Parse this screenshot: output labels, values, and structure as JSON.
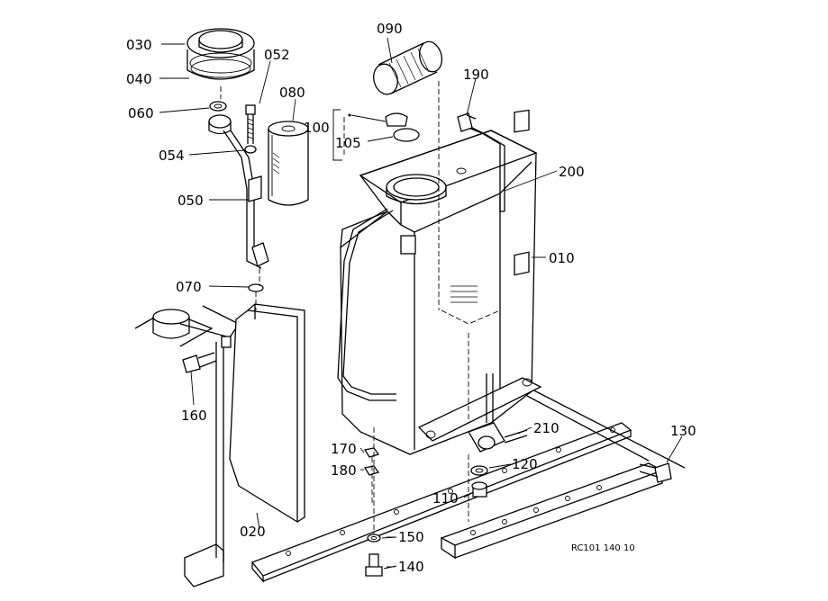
{
  "diagram": {
    "drawing_code": "RC101 140 10",
    "parts": [
      {
        "id": "p030",
        "label": "030"
      },
      {
        "id": "p040",
        "label": "040"
      },
      {
        "id": "p060",
        "label": "060"
      },
      {
        "id": "p052",
        "label": "052"
      },
      {
        "id": "p080",
        "label": "080"
      },
      {
        "id": "p054",
        "label": "054"
      },
      {
        "id": "p050",
        "label": "050"
      },
      {
        "id": "p070",
        "label": "070"
      },
      {
        "id": "p090",
        "label": "090"
      },
      {
        "id": "p190",
        "label": "190"
      },
      {
        "id": "p100",
        "label": "100"
      },
      {
        "id": "p105",
        "label": "105"
      },
      {
        "id": "p200",
        "label": "200"
      },
      {
        "id": "p010",
        "label": "010"
      },
      {
        "id": "p160",
        "label": "160"
      },
      {
        "id": "p210",
        "label": "210"
      },
      {
        "id": "p130",
        "label": "130"
      },
      {
        "id": "p170",
        "label": "170"
      },
      {
        "id": "p180",
        "label": "180"
      },
      {
        "id": "p120",
        "label": "120"
      },
      {
        "id": "p110",
        "label": "110"
      },
      {
        "id": "p020",
        "label": "020"
      },
      {
        "id": "p150",
        "label": "150"
      },
      {
        "id": "p140",
        "label": "140"
      }
    ]
  }
}
